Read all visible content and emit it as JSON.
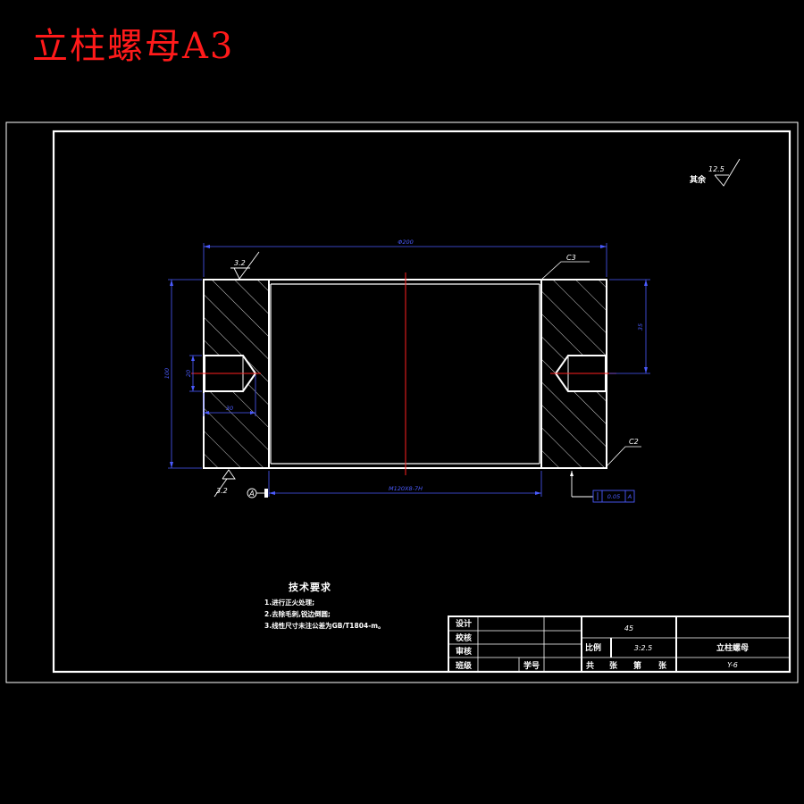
{
  "page_title": "立柱螺母A3",
  "surface_finish": {
    "other_label": "其余",
    "other_value": "12.5",
    "left_top_value": "3.2",
    "left_bottom_value": "3.2"
  },
  "dimensions": {
    "outer_diameter": "Φ200",
    "height": "100",
    "hole_depth": "35",
    "hole_diameter": "20",
    "hole_depth_left": "30",
    "thread": "M120X8-7H"
  },
  "chamfers": {
    "top_right": "C3",
    "bottom_right": "C2"
  },
  "datum": {
    "label": "A",
    "tolerance_tol": "0.05",
    "tolerance_datum": "A"
  },
  "tech_requirements": {
    "heading": "技术要求",
    "items": [
      "1.进行正火处理;",
      "2.去除毛刺,锐边倒圆;",
      "3.线性尺寸未注公差为GB/T1804-m。"
    ]
  },
  "title_block": {
    "role_labels": [
      "设计",
      "校核",
      "审核",
      "班级",
      "学号"
    ],
    "material": "45",
    "scale_label": "比例",
    "scale_value": "3:2.5",
    "part_name": "立柱螺母",
    "sheet_total_label": "共",
    "sheet_zhang1": "张",
    "sheet_di": "第",
    "sheet_zhang2": "张",
    "drawing_number": "Y-6"
  }
}
